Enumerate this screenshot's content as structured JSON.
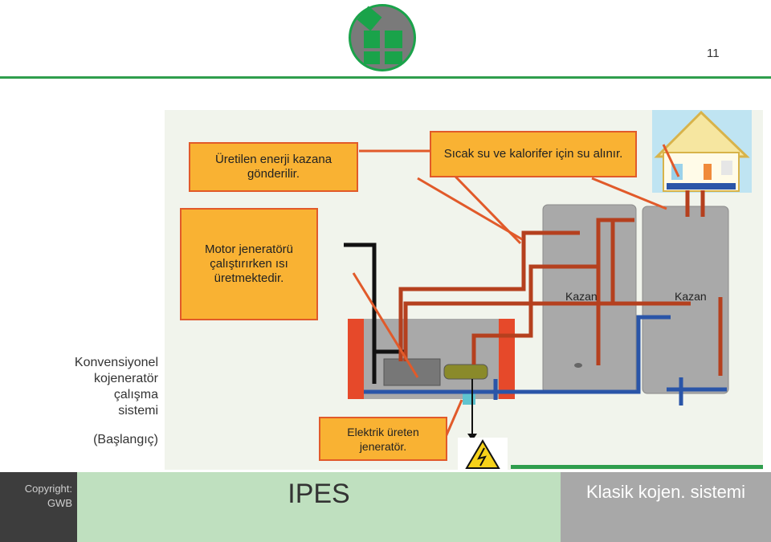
{
  "page_number": "11",
  "boxes": {
    "energy": "Üretilen enerji kazana gönderilir.",
    "hot_water": "Sıcak su ve kalorifer için su alınır.",
    "heat": "Motor jeneratörü çalıştırırken ısı üretmektedir.",
    "generator": "Elektrik üreten jeneratör."
  },
  "boilers": {
    "left": "Kazan",
    "right": "Kazan"
  },
  "side_caption": {
    "line1": "Konvensiyonel",
    "line2": "kojeneratör",
    "line3": "çalışma",
    "line4": "sistemi",
    "line5": "(Başlangıç)"
  },
  "footer": {
    "copyright_label": "Copyright:",
    "copyright_owner": "GWB",
    "center": "IPES",
    "title": "Klasik kojen. sistemi"
  },
  "colors": {
    "accent_green": "#2f9e4d",
    "box_fill": "#f9b233",
    "box_border": "#e15a2a",
    "hot_pipe": "#b5401e",
    "cold_pipe": "#2a55a8"
  }
}
